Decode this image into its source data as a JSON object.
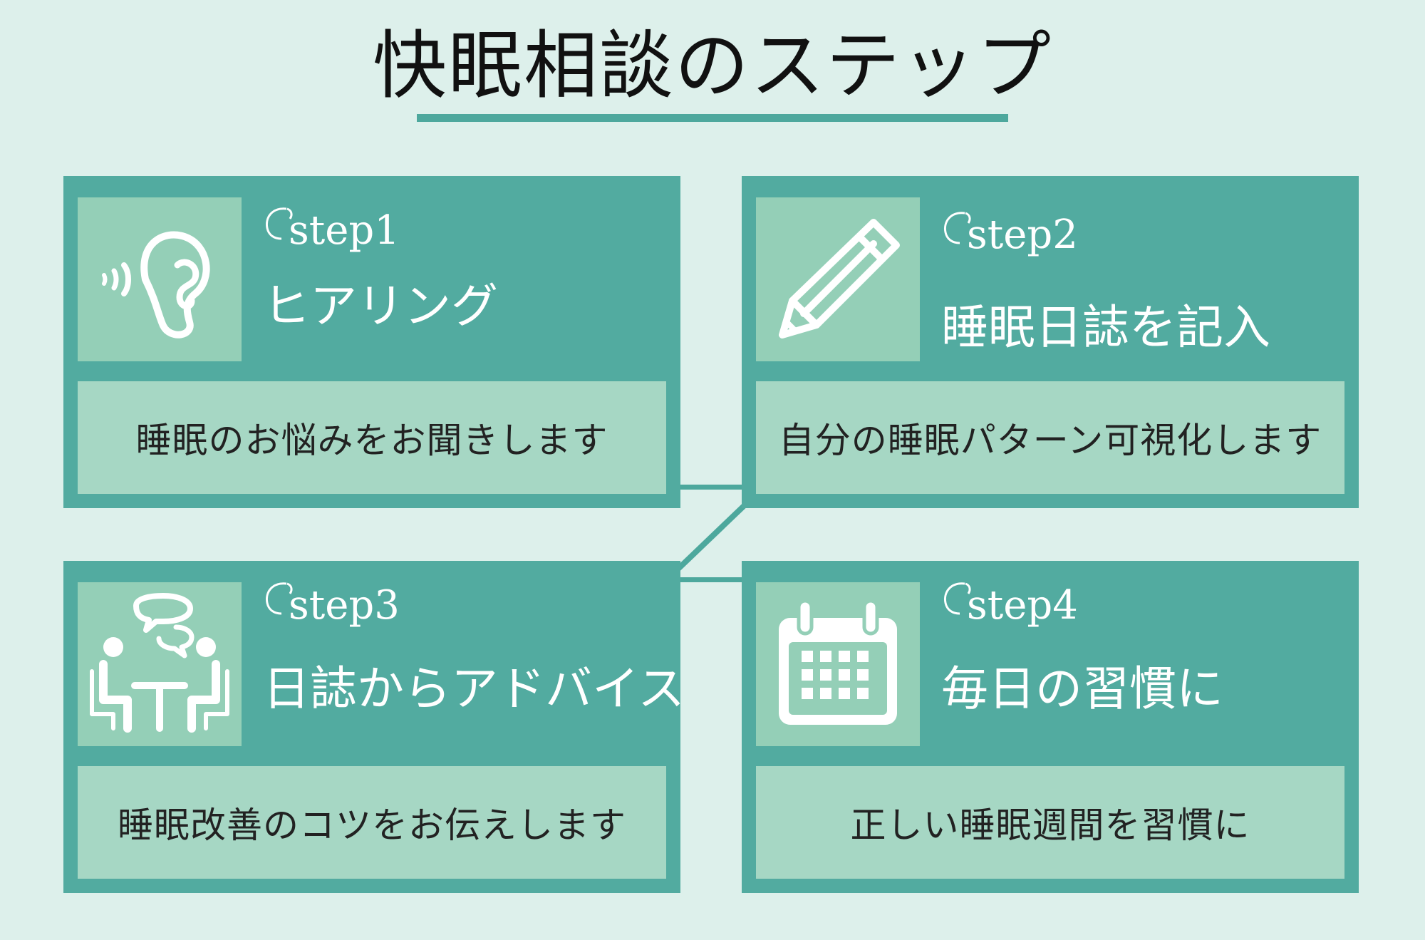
{
  "title": "快眠相談のステップ",
  "steps": [
    {
      "step": "step1",
      "heading": "ヒアリング",
      "description": "睡眠のお悩みをお聞きします",
      "icon": "ear-icon"
    },
    {
      "step": "step2",
      "heading": "睡眠日誌を記入",
      "description": "自分の睡眠パターン可視化します",
      "icon": "pencil-icon"
    },
    {
      "step": "step3",
      "heading": "日誌からアドバイス",
      "description": "睡眠改善のコツをお伝えします",
      "icon": "consultation-icon"
    },
    {
      "step": "step4",
      "heading": "毎日の習慣に",
      "description": "正しい睡眠週間を習慣に",
      "icon": "calendar-icon"
    }
  ],
  "colors": {
    "background": "#ddf0eb",
    "card": "#52aba0",
    "icon_box": "#94cfb7",
    "description_box": "#a6d7c4",
    "accent_line": "#4da89d"
  }
}
